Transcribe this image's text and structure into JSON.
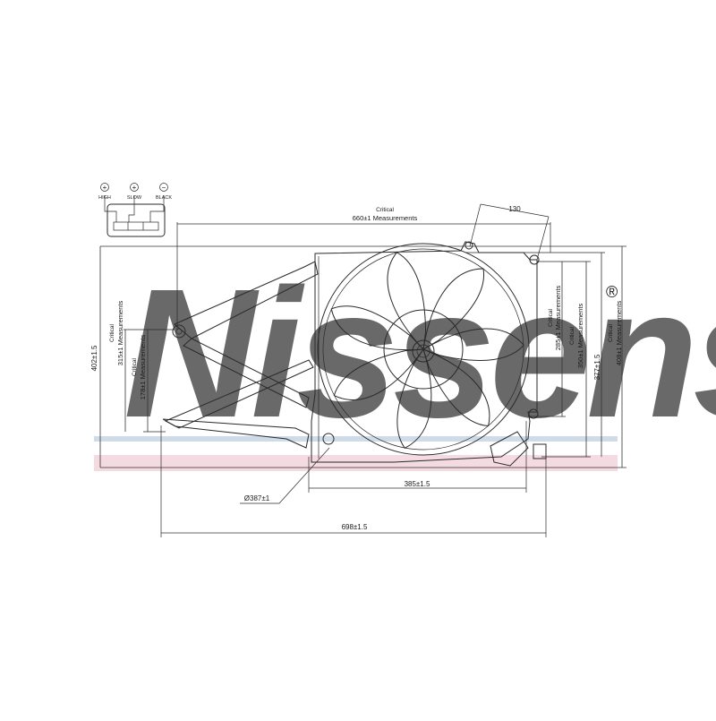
{
  "watermark": {
    "text": "Nissens",
    "registered": "®"
  },
  "connector": {
    "terminals": [
      {
        "symbol": "+",
        "label": "HIGH"
      },
      {
        "symbol": "+",
        "label": "SLOW"
      },
      {
        "symbol": "−",
        "label": "BLACK"
      }
    ]
  },
  "dimensions": {
    "width_top_critical": "Critical",
    "width_top": "660±1 Measurements",
    "offset_top": "130",
    "height_left": "402±1.5",
    "height_left_critical": "Critical",
    "height_left_inner": "315±1 Measurements",
    "height_left_critical2": "Critical",
    "height_left_inner2": "178±1 Measurements",
    "height_right_critical": "Critical",
    "height_right_inner": "285±1 Measurements",
    "height_right_critical2": "Critical",
    "height_right_inner2": "350±1 Measurements",
    "height_right_total": "377±1.5",
    "height_right_outer_critical": "Critical",
    "height_right_outer": "408±1 Measurements",
    "fan_diameter": "Ø387±1",
    "shroud_width": "385±1.5",
    "overall_width": "698±1.5"
  }
}
